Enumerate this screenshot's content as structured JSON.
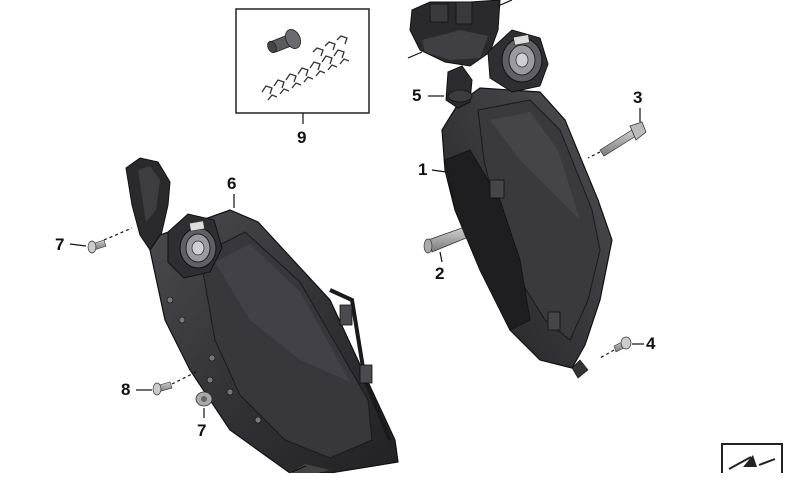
{
  "callouts": {
    "c1": "1",
    "c2": "2",
    "c3": "3",
    "c4": "4",
    "c5": "5",
    "c6": "6",
    "c7a": "7",
    "c7b": "7",
    "c8": "8",
    "c9": "9"
  },
  "colors": {
    "part_dark": "#2b2b2e",
    "part_mid": "#3a3a3e",
    "part_light": "#55555a",
    "leader": "#111111"
  }
}
